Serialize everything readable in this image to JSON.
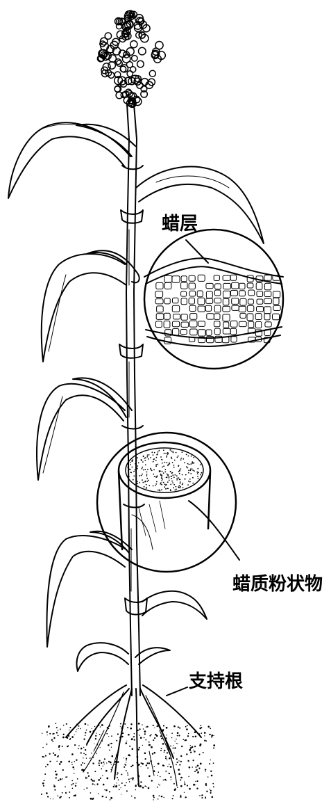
{
  "labels": {
    "wax_layer": "蜡层",
    "waxy_powder": "蜡质粉状物",
    "prop_roots": "支持根"
  },
  "colors": {
    "ink": "#000000",
    "paper": "#ffffff"
  }
}
